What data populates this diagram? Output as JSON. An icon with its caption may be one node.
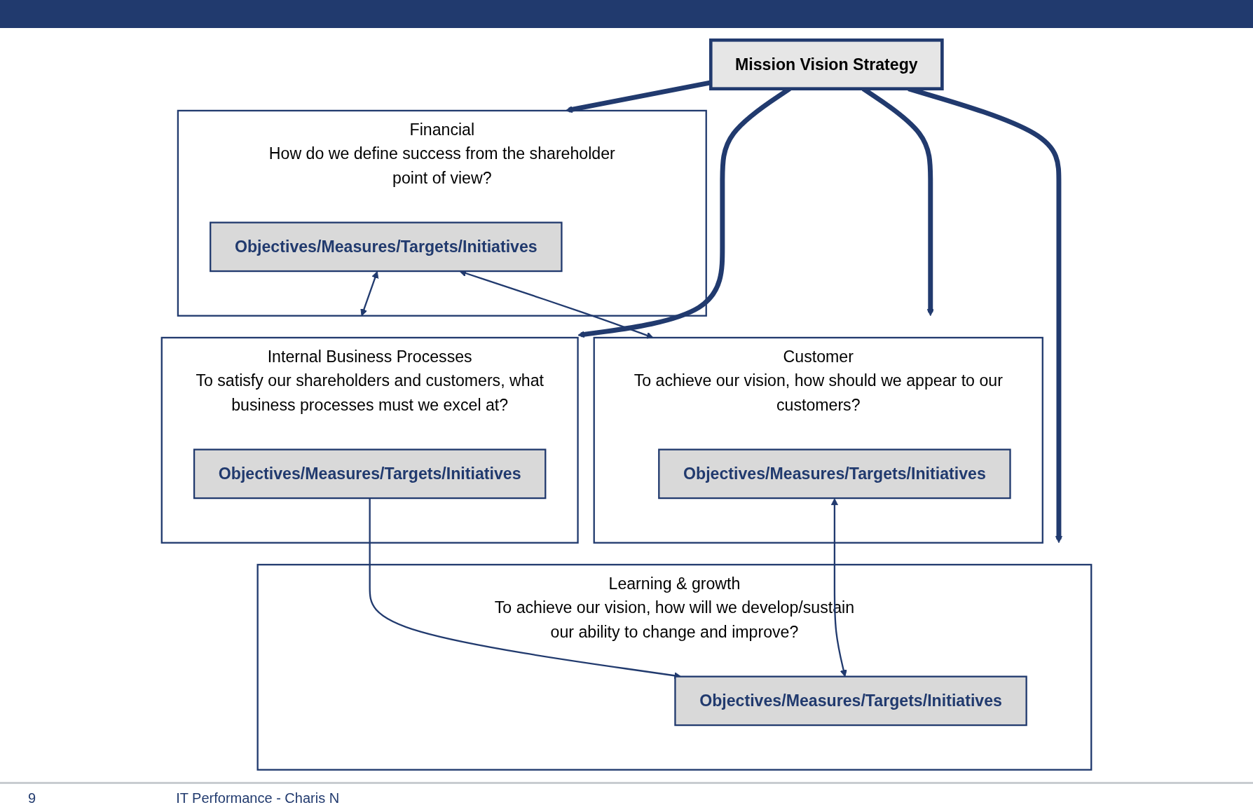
{
  "diagram": {
    "nodes": [
      {
        "text": [
          "Financial",
          "How do we define success from the shareholder point of view?"
        ]
      },
      {
        "text": [
          "Objectives/Measures/Targets/Initiatives"
        ],
        "in": 0
      },
      {
        "text": [
          "Customer",
          "To achieve our vision, how should we appear to our customers?"
        ]
      },
      {
        "text": [
          "Objectives/Measures/Targets/Initiatives"
        ],
        "in": 2
      },
      {
        "text": [
          "Internal Business Processes",
          "To satisfy our shareholders and customers, what business processes must we excel at?"
        ]
      },
      {
        "text": [
          "Objectives/Measures/Targets/Initiatives"
        ],
        "in": 4
      },
      {
        "text": [
          "Learning & growth",
          "To achieve our vision, how will we develop/sustain our ability to change and improve?"
        ]
      },
      {
        "text": [
          "Objectives/Measures/Targets/Initiatives"
        ],
        "in": 6
      },
      {
        "text": [
          "Mission Vision Strategy"
        ]
      }
    ],
    "edges": [
      {
        "from": 2,
        "to": 1,
        "arrow": "both"
      },
      {
        "from": 1,
        "to": 4,
        "arrow": "both"
      },
      {
        "from": 5,
        "to": 7,
        "arrow": "to"
      },
      {
        "from": 7,
        "to": 3,
        "arrow": "both"
      },
      {
        "from": 8,
        "to": 0,
        "arrow": "to",
        "style": "thick"
      },
      {
        "from": 8,
        "to": 2,
        "arrow": "to",
        "style": "thick"
      },
      {
        "from": 8,
        "to": 4,
        "arrow": "to",
        "style": "thick"
      },
      {
        "from": 8,
        "to": 6,
        "arrow": "to",
        "style": "thick"
      }
    ],
    "labels": [
      "9",
      "IT Performance - Charis N"
    ]
  }
}
